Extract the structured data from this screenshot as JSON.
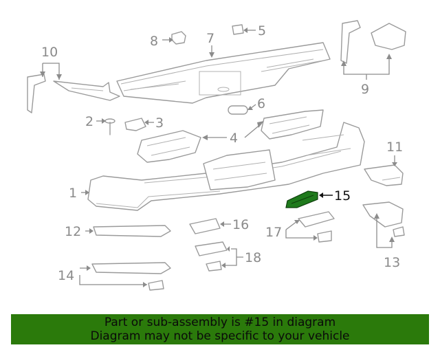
{
  "callouts": {
    "c1": "1",
    "c2": "2",
    "c3": "3",
    "c4": "4",
    "c5": "5",
    "c6": "6",
    "c7": "7",
    "c8": "8",
    "c9": "9",
    "c10": "10",
    "c11": "11",
    "c12": "12",
    "c13": "13",
    "c14": "14",
    "c15": "15",
    "c16": "16",
    "c17": "17",
    "c18": "18"
  },
  "highlight": {
    "part": "15",
    "color": "#1f7a1c"
  },
  "banner": {
    "line1": "Part or sub-assembly is #15 in diagram",
    "line2": "Diagram may not be specific to your vehicle",
    "background": "#2b7a0b"
  }
}
